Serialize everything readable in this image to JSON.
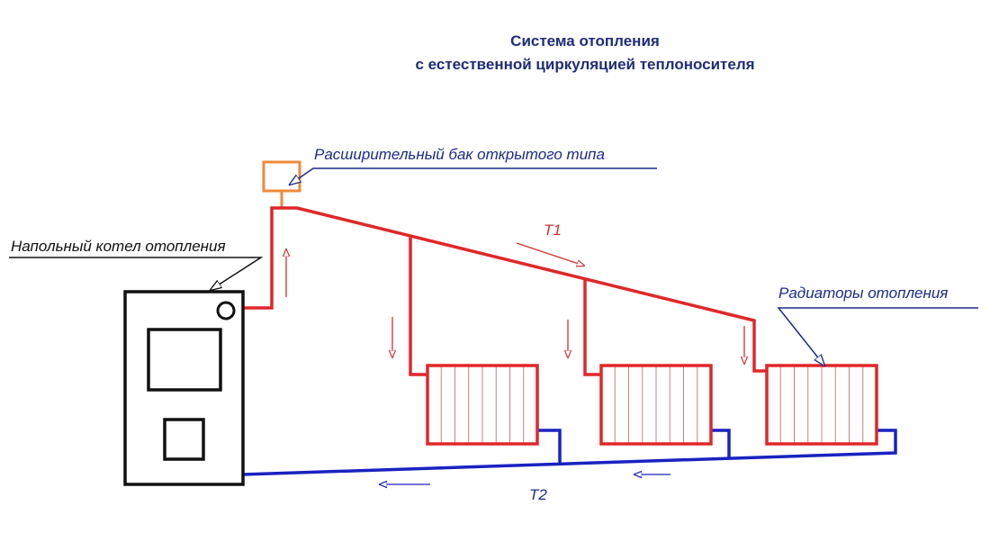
{
  "title": {
    "line1": "Система отопления",
    "line2": "с естественной циркуляцией теплоносителя"
  },
  "labels": {
    "expansion_tank": "Расширительный бак открытого типа",
    "boiler": "Напольный котел отопления",
    "radiators": "Радиаторы отопления",
    "supply": "T1",
    "return": "T2"
  },
  "colors": {
    "supply": "#e0272a",
    "return": "#1a22c0",
    "tank": "#ef8a3c",
    "text": "#1f2d7a"
  }
}
